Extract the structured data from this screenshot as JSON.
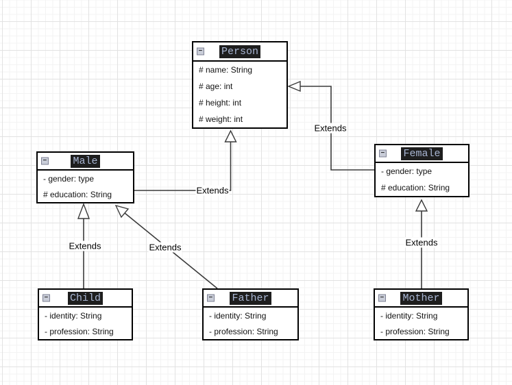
{
  "icons": {
    "collapse_glyph": "−",
    "collapse_meaning": "collapse-class-compartment"
  },
  "classes": [
    {
      "name": "Person",
      "attributes": [
        "# name: String",
        "# age: int",
        "# height: int",
        "# weight: int"
      ]
    },
    {
      "name": "Male",
      "attributes": [
        "- gender: type",
        "# education: String"
      ]
    },
    {
      "name": "Female",
      "attributes": [
        "- gender: type",
        "# education: String"
      ]
    },
    {
      "name": "Child",
      "attributes": [
        "- identity: String",
        "- profession: String"
      ]
    },
    {
      "name": "Father",
      "attributes": [
        "- identity: String",
        "- profession: String"
      ]
    },
    {
      "name": "Mother",
      "attributes": [
        "- identity: String",
        "- profession: String"
      ]
    }
  ],
  "connectors": [
    {
      "from": "Male",
      "to": "Person",
      "label": "Extends",
      "arrow": "hollow-triangle"
    },
    {
      "from": "Female",
      "to": "Person",
      "label": "Extends",
      "arrow": "hollow-triangle"
    },
    {
      "from": "Child",
      "to": "Male",
      "label": "Extends",
      "arrow": "hollow-triangle"
    },
    {
      "from": "Father",
      "to": "Male",
      "label": "Extends",
      "arrow": "hollow-triangle"
    },
    {
      "from": "Mother",
      "to": "Female",
      "label": "Extends",
      "arrow": "hollow-triangle"
    }
  ],
  "colors": {
    "canvas_bg": "#ffffff",
    "grid_minor": "#f3f3f3",
    "grid_major": "#e2e2e2",
    "box_bg": "#ffffff",
    "box_border": "#000000",
    "title_bg": "#1e1e1e",
    "title_text": "#a9b6d3",
    "attribute_text": "#111111",
    "connector": "#3a3a3a",
    "label_text": "#000000",
    "collapse_icon_bg": "#c9cdd8",
    "collapse_icon_border": "#7d8093"
  }
}
